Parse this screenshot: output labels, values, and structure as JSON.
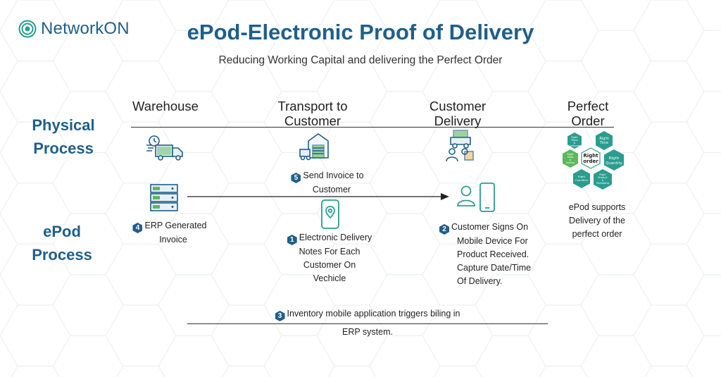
{
  "brand": {
    "name": "NetworkON"
  },
  "header": {
    "title": "ePod-Electronic Proof of Delivery",
    "subtitle": "Reducing Working Capital and delivering the Perfect Order"
  },
  "columns": {
    "warehouse": "Warehouse",
    "transport_1": "Transport to",
    "transport_2": "Customer",
    "delivery_1": "Customer",
    "delivery_2": "Delivery",
    "perfect_1": "Perfect",
    "perfect_2": "Order"
  },
  "rows": {
    "physical_1": "Physical",
    "physical_2": "Process",
    "epod_1": "ePod",
    "epod_2": "Process"
  },
  "steps": {
    "s5_num": "5",
    "s5_line1": "Send Invoice to",
    "s5_line2": "Customer",
    "s4_num": "4",
    "s4_line1": "ERP Generated",
    "s4_line2": "Invoice",
    "s1_num": "1",
    "s1_line1": "Electronic Delivery",
    "s1_line2": "Notes For Each",
    "s1_line3": "Customer On",
    "s1_line4": "Vechicle",
    "s2_num": "2",
    "s2_line1": "Customer Signs On",
    "s2_line2": "Mobile Device For",
    "s2_line3": "Product Received.",
    "s2_line4": "Capture Date/Time",
    "s2_line5": "Of Delivery.",
    "s3_num": "3",
    "s3_line1": "Inventory mobile application triggers biling in",
    "s3_line2": "ERP system."
  },
  "perfect_order": {
    "center": [
      "Right",
      "order"
    ],
    "time": [
      "Right",
      "Time"
    ],
    "place": [
      "Right",
      "Place",
      "&",
      "Customer"
    ],
    "quantity": [
      "Right",
      "Quantity"
    ],
    "price": [
      "Right",
      "Data",
      "&",
      "Invoice"
    ],
    "condition": [
      "Right",
      "Condition"
    ],
    "product": [
      "Right",
      "Product",
      "&",
      "Packaging"
    ],
    "caption_1": "ePod supports",
    "caption_2": "Delivery of the",
    "caption_3": "perfect order"
  },
  "colors": {
    "brand_blue": "#1f5f8b",
    "teal": "#2a9d8f",
    "green": "#5cb85c"
  },
  "icons": [
    "networkon-logo-icon",
    "delivery-truck-icon",
    "warehouse-truck-icon",
    "delivery-person-icon",
    "server-icon",
    "user-icon",
    "mobile-phone-icon",
    "location-phone-icon"
  ]
}
